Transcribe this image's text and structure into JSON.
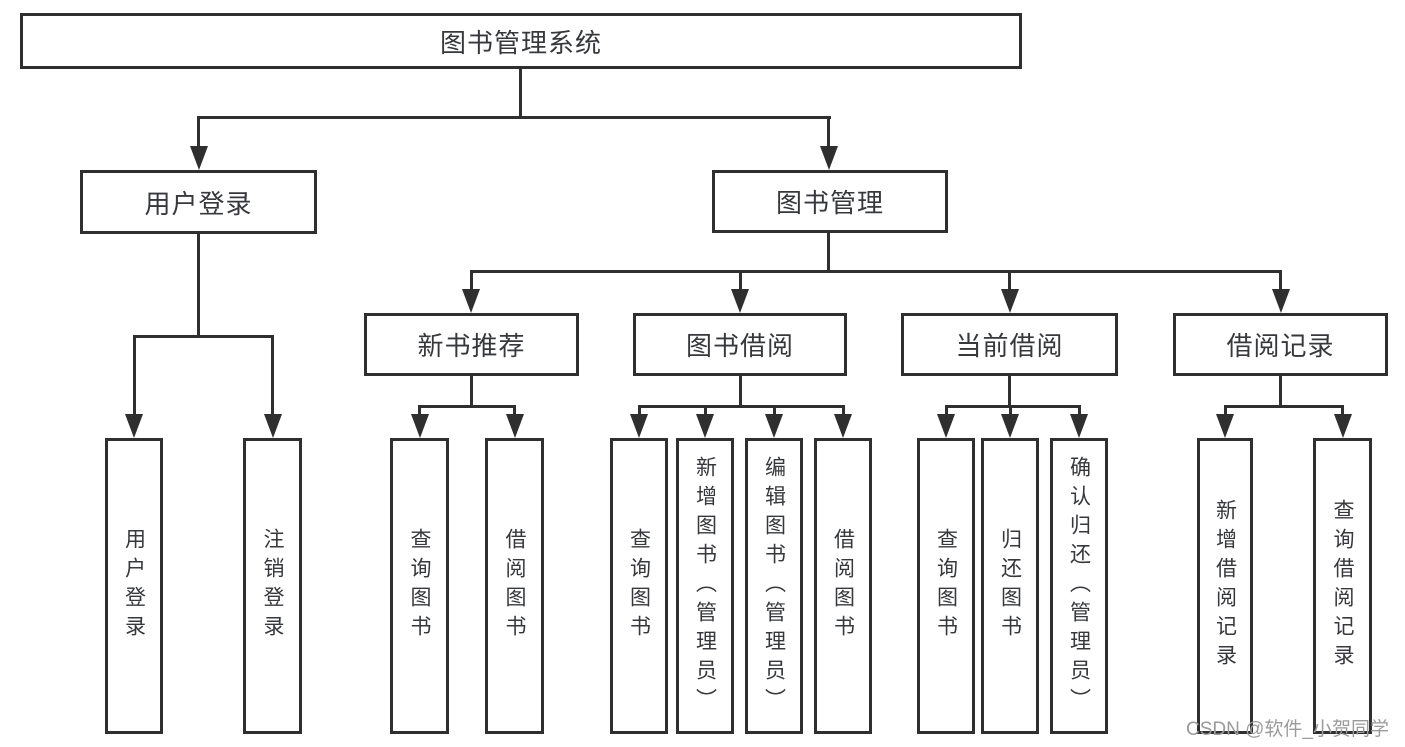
{
  "diagram": {
    "root": {
      "label": "图书管理系统"
    },
    "branches": [
      {
        "label": "用户登录",
        "children": [
          {
            "label": "用户登录"
          },
          {
            "label": "注销登录"
          }
        ]
      },
      {
        "label": "图书管理",
        "children": [
          {
            "label": "新书推荐",
            "children": [
              {
                "label": "查询图书"
              },
              {
                "label": "借阅图书"
              }
            ]
          },
          {
            "label": "图书借阅",
            "children": [
              {
                "label": "查询图书"
              },
              {
                "label": "新增图书（管理员）"
              },
              {
                "label": "编辑图书（管理员）"
              },
              {
                "label": "借阅图书"
              }
            ]
          },
          {
            "label": "当前借阅",
            "children": [
              {
                "label": "查询图书"
              },
              {
                "label": "归还图书"
              },
              {
                "label": "确认归还（管理员）"
              }
            ]
          },
          {
            "label": "借阅记录",
            "children": [
              {
                "label": "新增借阅记录"
              },
              {
                "label": "查询借阅记录"
              }
            ]
          }
        ]
      }
    ]
  },
  "watermark": {
    "text": "CSDN @软件_小贺同学"
  },
  "colors": {
    "line": "#2f2f2f",
    "text": "#36383b",
    "watermark": "#9b9b9b",
    "background": "#ffffff"
  }
}
